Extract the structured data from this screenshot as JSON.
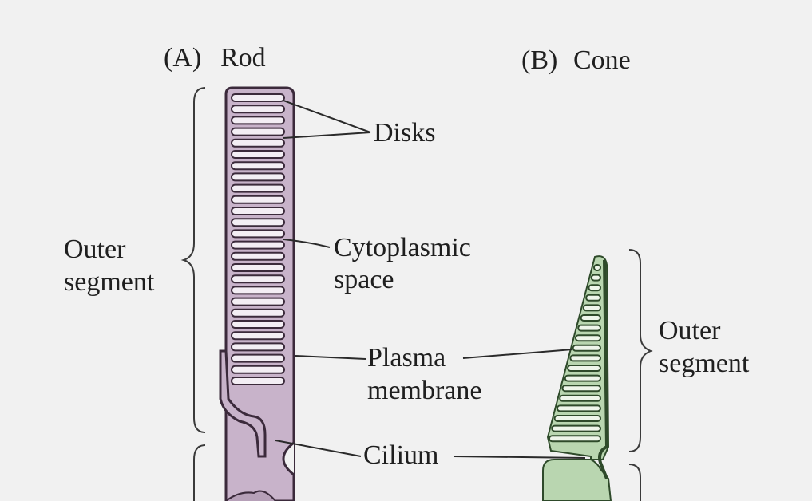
{
  "panels": {
    "rod": {
      "letter": "(A)",
      "title": "Rod"
    },
    "cone": {
      "letter": "(B)",
      "title": "Cone"
    }
  },
  "labels": {
    "disks": "Disks",
    "cytoplasmic_line1": "Cytoplasmic",
    "cytoplasmic_line2": "space",
    "plasma_line1": "Plasma",
    "plasma_line2": "membrane",
    "cilium": "Cilium",
    "rod_outer_line1": "Outer",
    "rod_outer_line2": "segment",
    "cone_outer_line1": "Outer",
    "cone_outer_line2": "segment"
  },
  "colors": {
    "background": "#f1f1f1",
    "rod_fill": "#c8b3ca",
    "rod_outline": "#3b2a3b",
    "cone_fill": "#b9d6b0",
    "cone_outline": "#2e4a2a"
  }
}
